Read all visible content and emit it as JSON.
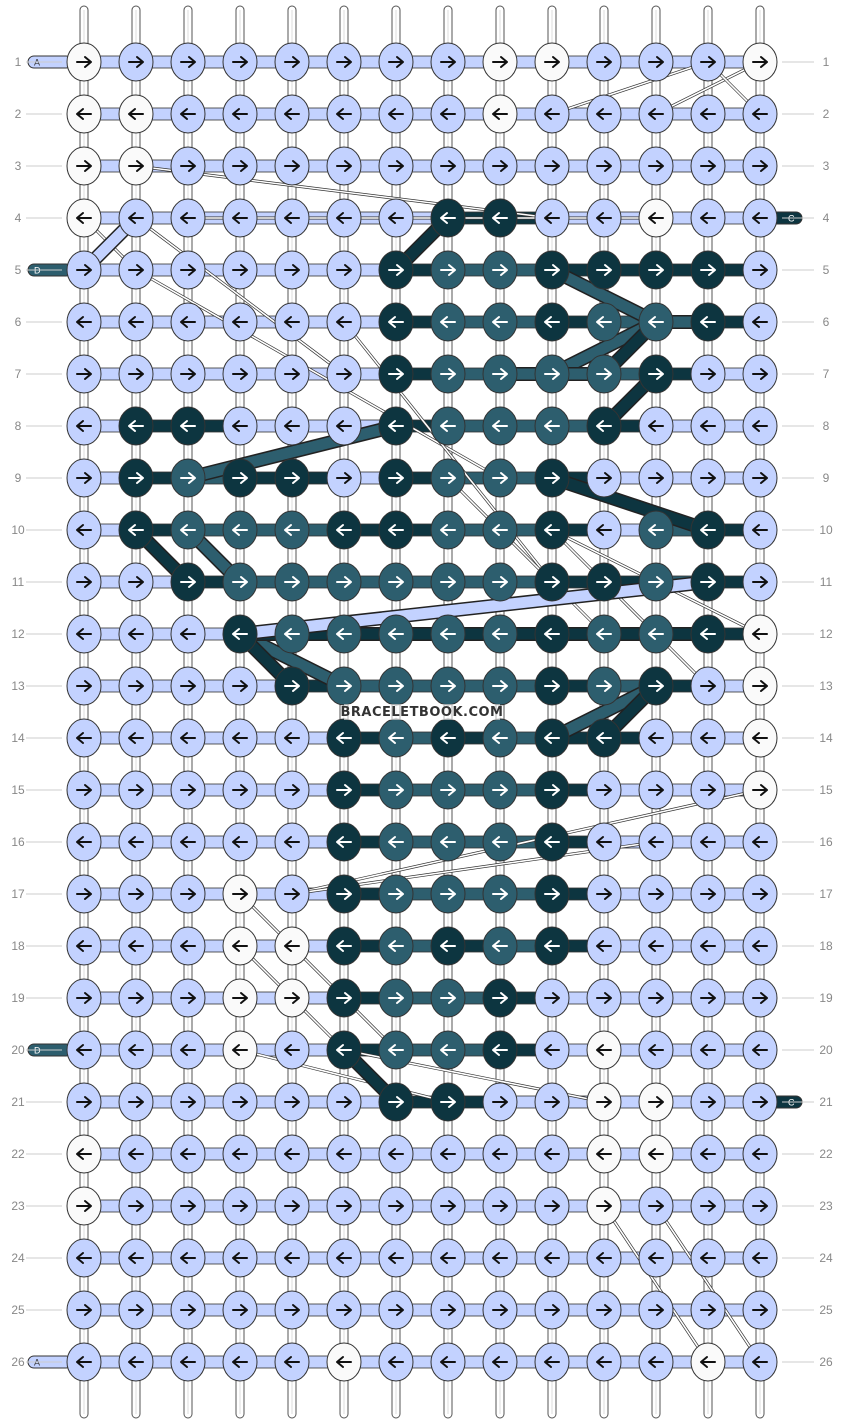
{
  "watermark": "BRACELETBOOK.COM",
  "colors": {
    "W": "#fafafa",
    "L": "#c3d2ff",
    "M": "#2d5e6e",
    "D": "#0d3540"
  },
  "strings": {
    "left": [
      {
        "row": 1,
        "label": "A",
        "color": "L"
      },
      {
        "row": 5,
        "label": "D",
        "color": "M"
      },
      {
        "row": 20,
        "label": "D",
        "color": "M"
      },
      {
        "row": 26,
        "label": "A",
        "color": "L"
      }
    ],
    "right": [
      {
        "row": 4,
        "label": "C",
        "color": "D"
      },
      {
        "row": 21,
        "label": "C",
        "color": "D"
      }
    ]
  },
  "row_numbers": [
    "1",
    "2",
    "3",
    "4",
    "5",
    "6",
    "7",
    "8",
    "9",
    "10",
    "11",
    "12",
    "13",
    "14",
    "15",
    "16",
    "17",
    "18",
    "19",
    "20",
    "21",
    "22",
    "23",
    "24",
    "25",
    "26"
  ],
  "arrow_glyphs": {
    "R": "→",
    "L": "←"
  },
  "knots": [
    "WLLLLLLLWWLLLW",
    "WWLLLLLLWLLLLL",
    "WWLLLLLLLLLLLL",
    "WLLLLLLDDLLWLL",
    "LLLLLLDMMDDDDL",
    "LLLLLLDMMDMMDL",
    "LLLLLLDMMMMDLL",
    "LDDLLLDMMMDLLL",
    "LDMDDLDMMDLLLL",
    "LDMMMDDMMDLMDL",
    "LLDMMMMMMDDMDL",
    "LLLDMMMMMDMMDW",
    "LLLLDMMMMDMDLW",
    "LLLLLDMDMDDLLW",
    "LLLLLDMMMDLLLW",
    "LLLLLDMMMDLLLL",
    "LLLWLDMMMDLLLL",
    "LLLWWDMDMDLLLL",
    "LLLWWDMMDLLLLL",
    "LLLWLDMMDLWLLL",
    "LLLLLLDDLLWWLL",
    "WLLLLLLLLLWWLL",
    "WLLLLLLLLLWLLL",
    "LLLLLLLLLLLLLL",
    "LLLLLLLLLLLLLL",
    "LLLLLWLLLLLLWL"
  ]
}
